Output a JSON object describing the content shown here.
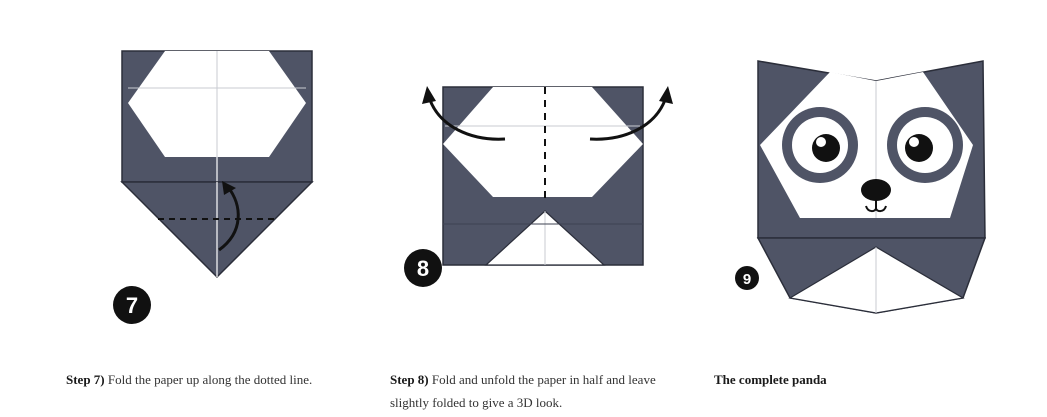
{
  "colors": {
    "paper_dark": "#4f5466",
    "paper_light": "#ffffff",
    "outline": "#2b2e3a",
    "crease": "#c9cbd2",
    "badge": "#111111",
    "text": "#333333"
  },
  "steps": [
    {
      "badge": "7",
      "label": "Step 7)",
      "text": "Fold the paper up along the dotted line."
    },
    {
      "badge": "8",
      "label": "Step 8)",
      "text": "Fold and unfold the paper in half and leave slightly folded to give a 3D look."
    },
    {
      "badge": "9",
      "label": "The complete panda",
      "text": ""
    }
  ]
}
